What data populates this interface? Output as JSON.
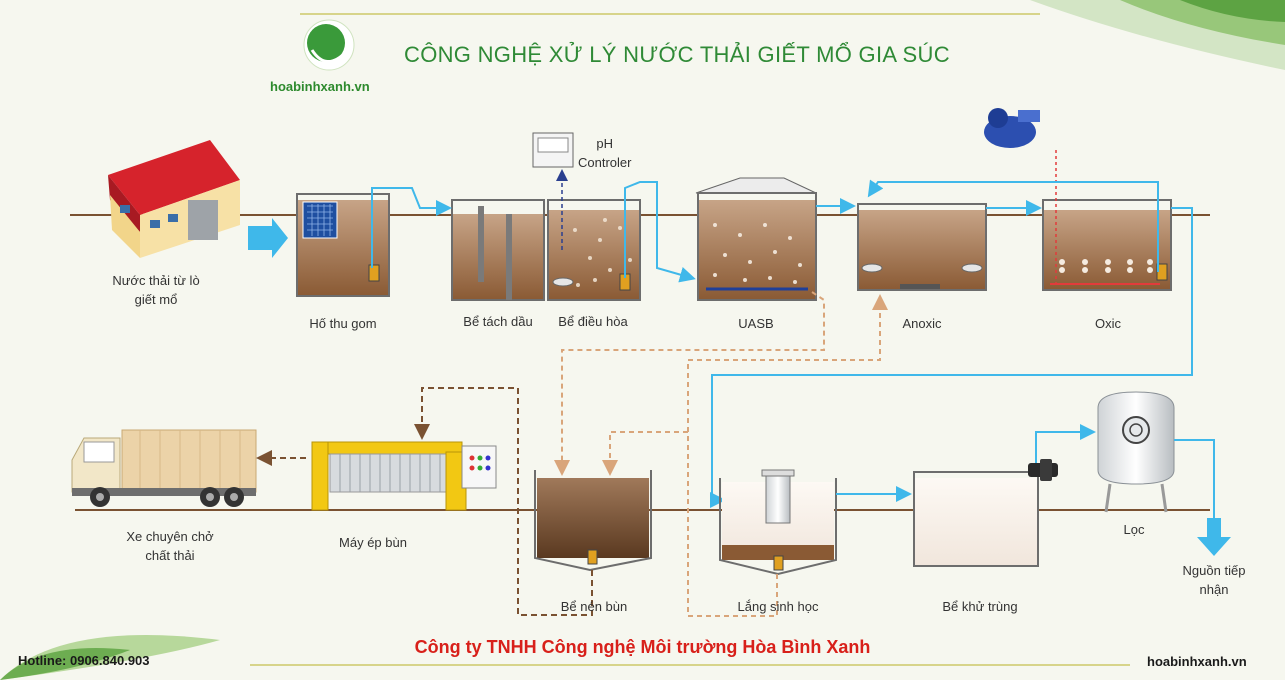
{
  "header": {
    "title": "CÔNG NGHỆ XỬ LÝ NƯỚC THẢI  GIẾT MỔ GIA SÚC",
    "brand": "hoabinhxanh.vn"
  },
  "stages": {
    "source": [
      "Nước thải từ lò",
      "giết mổ"
    ],
    "collection_pit": "Hố thu gom",
    "oil_separator": "Bể tách dầu",
    "equalization": "Bể điều hòa",
    "uasb": "UASB",
    "anoxic": "Anoxic",
    "oxic": "Oxic",
    "ph_controller": [
      "pH",
      "Controler"
    ],
    "truck": [
      "Xe chuyên chở",
      "chất thải"
    ],
    "filter_press": "Máy ép bùn",
    "sludge_thickener": "Bể nén bùn",
    "clarifier": "Lắng sinh học",
    "disinfection": "Bể khử trùng",
    "filter": "Lọc",
    "discharge": [
      "Nguồn tiếp",
      "nhận"
    ]
  },
  "footer": {
    "company": "Công ty TNHH Công nghệ Môi trường Hòa Bình Xanh",
    "hotline": "Hotline: 0906.840.903",
    "website": "hoabinhxanh.vn"
  },
  "colors": {
    "title_green": "#2f8a36",
    "company_red": "#d8201a",
    "water_blue": "#3fb8ea",
    "sludge_tan": "#d9a57a",
    "sludge_dark": "#7a5232",
    "tank_sludge": "#8a5a34"
  }
}
